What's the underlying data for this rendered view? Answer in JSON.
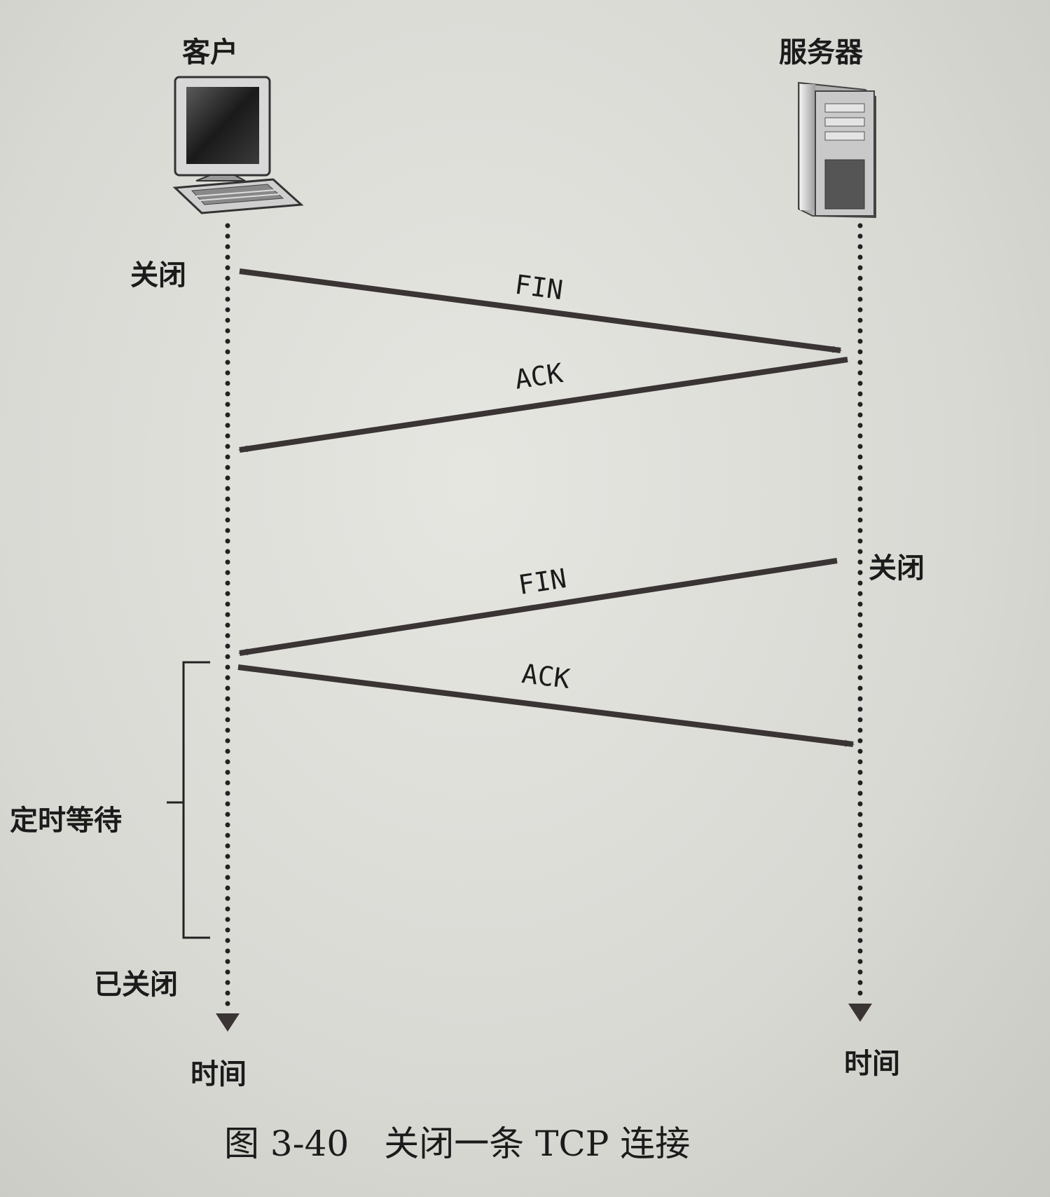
{
  "client": {
    "title": "客户",
    "icon": "computer-icon"
  },
  "server": {
    "title": "服务器",
    "icon": "server-icon"
  },
  "events": {
    "client_close": "关闭",
    "server_close": "关闭",
    "timed_wait": "定时等待",
    "client_closed": "已关闭"
  },
  "messages": [
    {
      "label": "FIN",
      "direction": "client-to-server"
    },
    {
      "label": "ACK",
      "direction": "server-to-client"
    },
    {
      "label": "FIN",
      "direction": "server-to-client"
    },
    {
      "label": "ACK",
      "direction": "client-to-server"
    }
  ],
  "time_label": {
    "client": "时间",
    "server": "时间"
  },
  "caption": {
    "number": "图 3-40",
    "text": "关闭一条 TCP 连接"
  },
  "colors": {
    "arrow": "#3a3434",
    "ink": "#1b1b1b",
    "paper": "#dcdcd7"
  }
}
